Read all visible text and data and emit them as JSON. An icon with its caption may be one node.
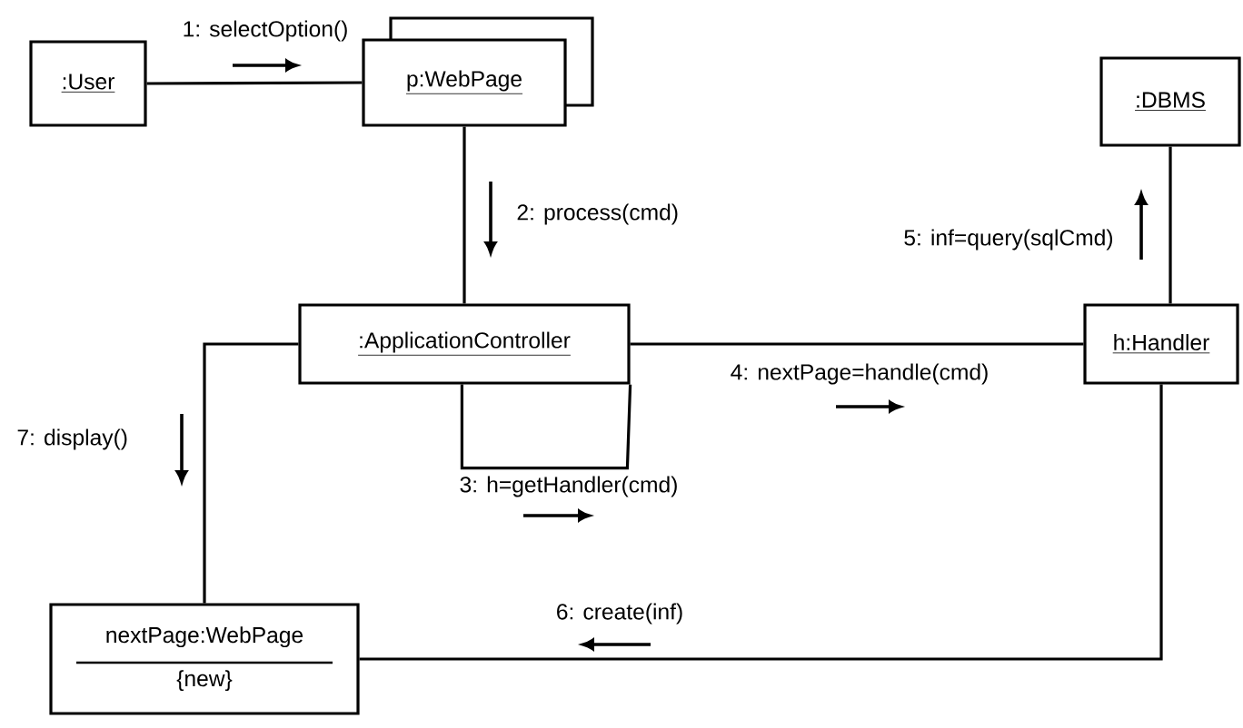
{
  "diagram": {
    "nodes": [
      {
        "text": [
          ":User"
        ]
      },
      {
        "text": [
          "p:WebPage"
        ]
      },
      {
        "text": [
          ":ApplicationController"
        ]
      },
      {
        "text": [
          "h:Handler"
        ]
      },
      {
        "text": [
          ":DBMS"
        ]
      },
      {
        "text": [
          "nextPage:WebPage",
          "{new}"
        ]
      }
    ],
    "edges": [
      {
        "from": 0,
        "to": 1,
        "arrow": "none",
        "label": "1: selectOption()"
      },
      {
        "from": 1,
        "to": 2,
        "arrow": "none",
        "label": "2: process(cmd)"
      },
      {
        "from": 2,
        "to": 2,
        "arrow": "none",
        "label": "3: h=getHandler(cmd)"
      },
      {
        "from": 2,
        "to": 3,
        "arrow": "none",
        "label": "4: nextPage=handle(cmd)"
      },
      {
        "from": 3,
        "to": 4,
        "arrow": "none",
        "label": "5: inf=query(sqlCmd)"
      },
      {
        "from": 3,
        "to": 5,
        "arrow": "none",
        "label": "6: create(inf)"
      },
      {
        "from": 2,
        "to": 5,
        "arrow": "none",
        "label": "7: display()"
      }
    ]
  }
}
